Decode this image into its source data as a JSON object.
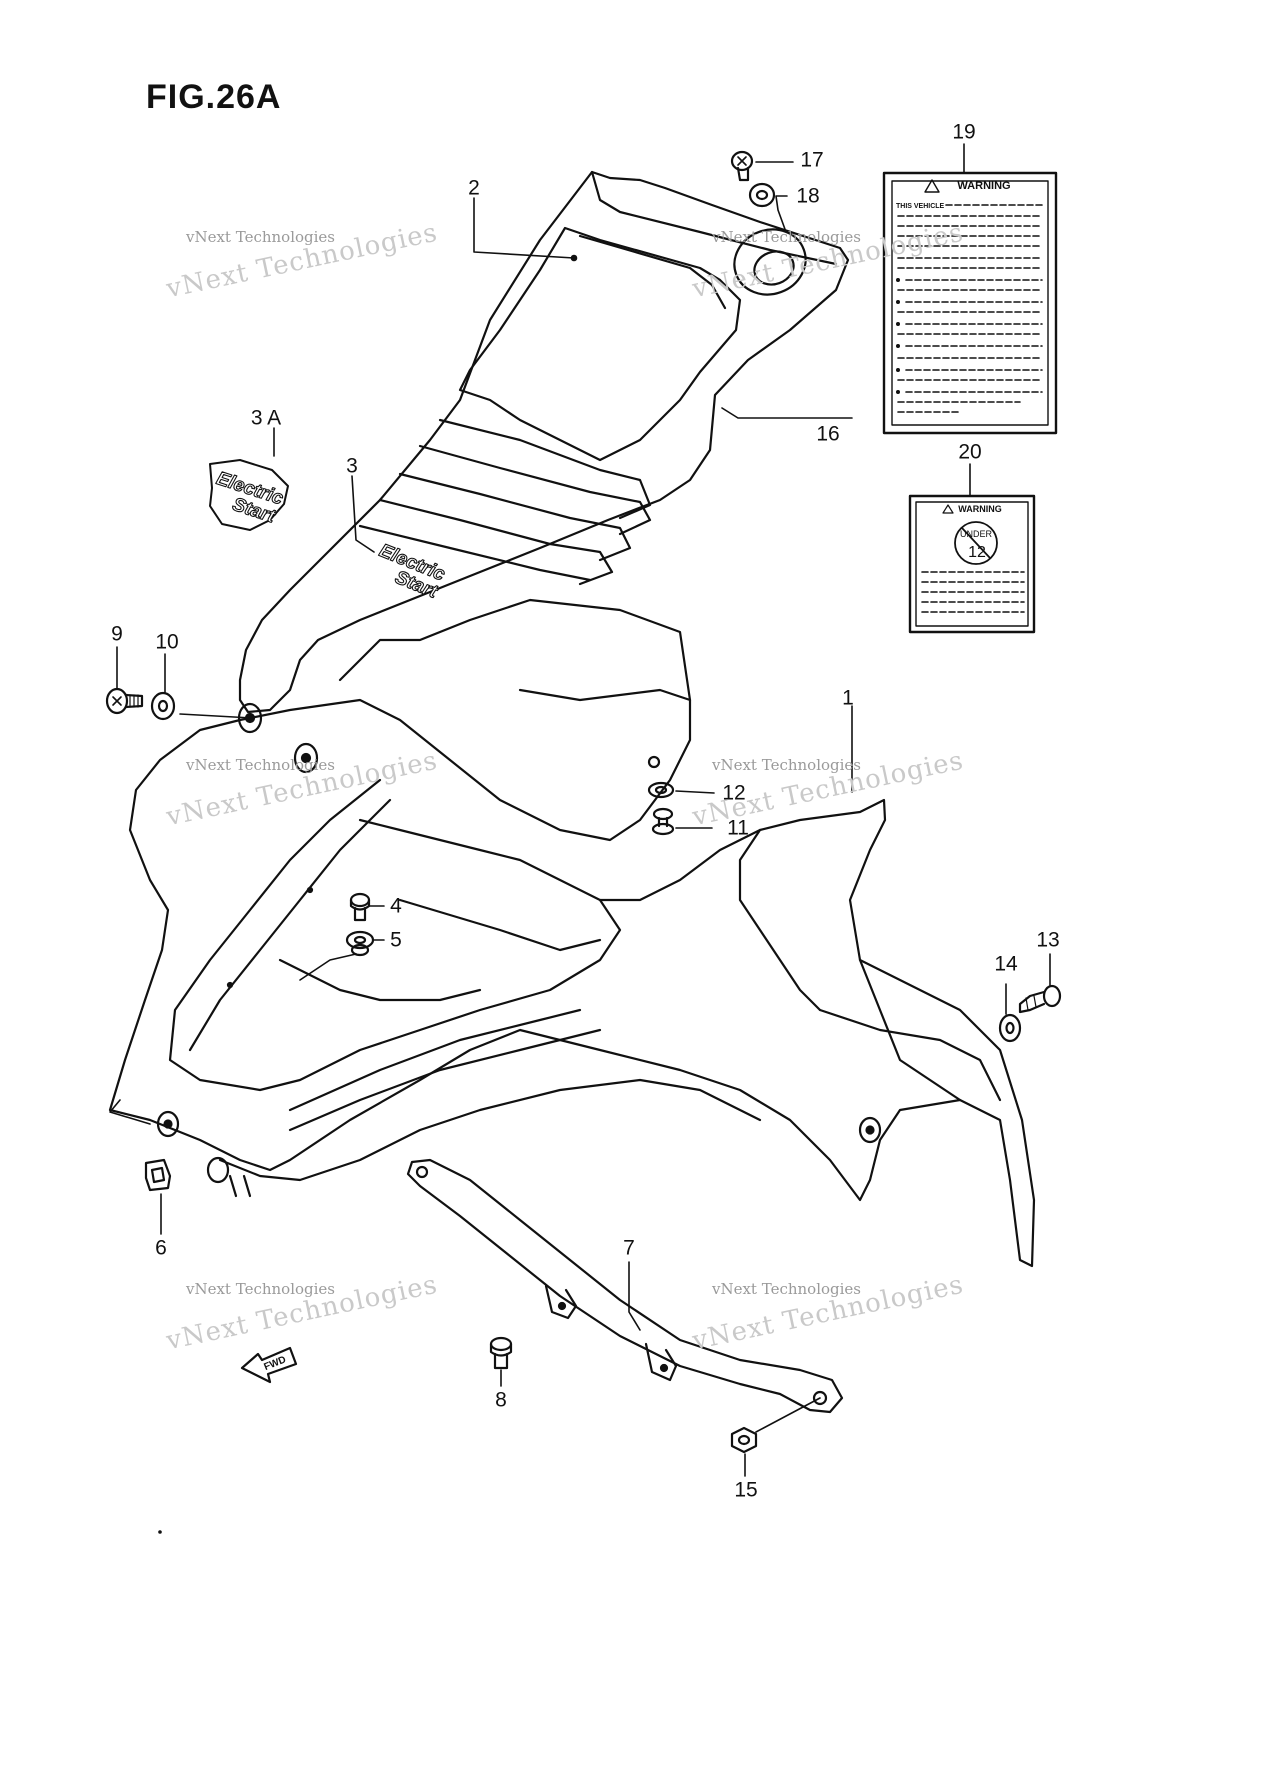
{
  "figure": {
    "title": "FIG.26A"
  },
  "callouts": [
    {
      "id": "c1",
      "label": "1"
    },
    {
      "id": "c2",
      "label": "2"
    },
    {
      "id": "c3",
      "label": "3"
    },
    {
      "id": "c3a",
      "label": "3 A"
    },
    {
      "id": "c4",
      "label": "4"
    },
    {
      "id": "c5",
      "label": "5"
    },
    {
      "id": "c6",
      "label": "6"
    },
    {
      "id": "c7",
      "label": "7"
    },
    {
      "id": "c8",
      "label": "8"
    },
    {
      "id": "c9",
      "label": "9"
    },
    {
      "id": "c10",
      "label": "10"
    },
    {
      "id": "c11",
      "label": "11"
    },
    {
      "id": "c12",
      "label": "12"
    },
    {
      "id": "c13",
      "label": "13"
    },
    {
      "id": "c14",
      "label": "14"
    },
    {
      "id": "c15",
      "label": "15"
    },
    {
      "id": "c16",
      "label": "16"
    },
    {
      "id": "c17",
      "label": "17"
    },
    {
      "id": "c18",
      "label": "18"
    },
    {
      "id": "c19",
      "label": "19"
    },
    {
      "id": "c20",
      "label": "20"
    }
  ],
  "labels": {
    "warning_large_title": "WARNING",
    "warning_large_subtitle": "THIS VEHICLE",
    "warning_small_title": "WARNING",
    "warning_small_under": "UNDER",
    "warning_small_age": "12",
    "decal_line1": "Electric",
    "decal_line2": "Start",
    "fwd": "FWD"
  },
  "watermark": {
    "line1": "vNext Technologies",
    "line2": "vNext Technologies"
  }
}
